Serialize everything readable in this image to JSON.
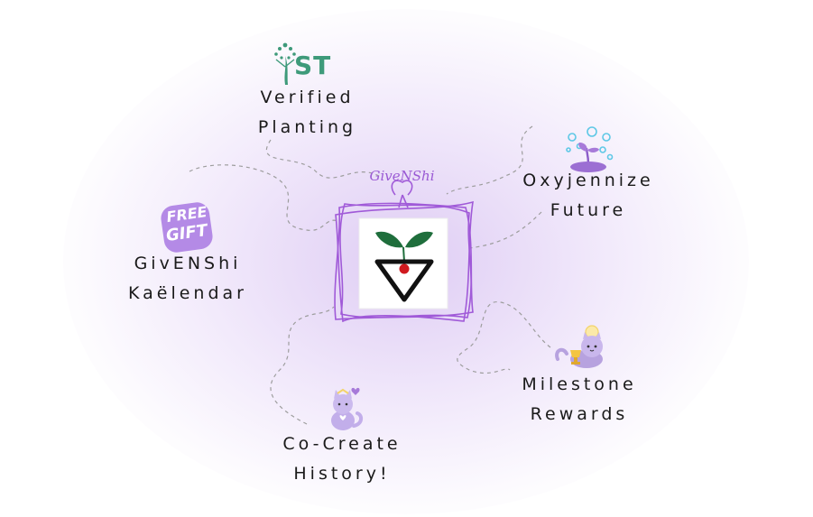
{
  "center": {
    "brand": "GiveNShi",
    "colors": {
      "frame": "#a05ad8",
      "leaf": "#1f6e3c",
      "dot": "#d0191f",
      "triangle": "#111111"
    }
  },
  "nodes": [
    {
      "id": "verified-planting",
      "icon": "tree-person-logo-icon",
      "icon_text": "ST",
      "lines": [
        "Verified",
        "Planting"
      ]
    },
    {
      "id": "oxyjennize-future",
      "icon": "sprout-bubbles-icon",
      "lines": [
        "Oxyjennize",
        "Future"
      ]
    },
    {
      "id": "givenshi-kaelendar",
      "icon": "free-gift-sticker-icon",
      "icon_text": [
        "FREE",
        "GIFT"
      ],
      "lines": [
        "GivENShi",
        "Kaëlendar"
      ]
    },
    {
      "id": "milestone-rewards",
      "icon": "cat-trophy-icon",
      "lines": [
        "Milestone",
        "Rewards"
      ]
    },
    {
      "id": "co-create-history",
      "icon": "cat-heart-icon",
      "lines": [
        "Co-Create",
        "History!"
      ]
    }
  ],
  "colors": {
    "accent": "#a05ad8",
    "glow": "#e4d3f6",
    "ist_green": "#3e9a7a",
    "cat_purple": "#b7a2df",
    "bubble_blue": "#5ec8e6"
  }
}
